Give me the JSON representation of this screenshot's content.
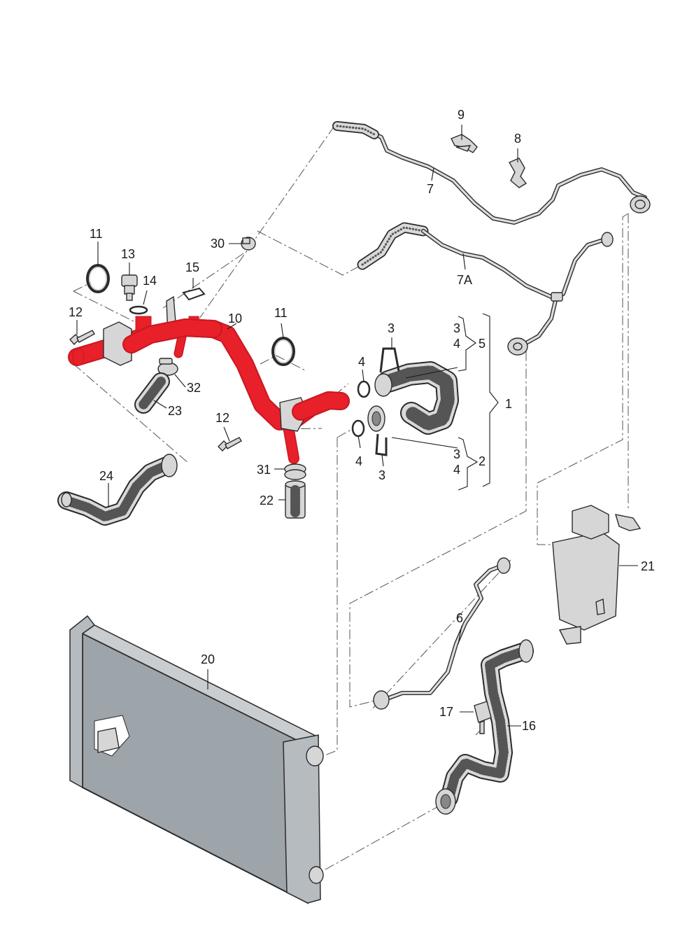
{
  "callouts": [
    {
      "id": "c9",
      "label": "9"
    },
    {
      "id": "c8",
      "label": "8"
    },
    {
      "id": "c7",
      "label": "7"
    },
    {
      "id": "c30",
      "label": "30"
    },
    {
      "id": "c7a",
      "label": "7A"
    },
    {
      "id": "c11a",
      "label": "11"
    },
    {
      "id": "c13",
      "label": "13"
    },
    {
      "id": "c14",
      "label": "14"
    },
    {
      "id": "c15",
      "label": "15"
    },
    {
      "id": "c12a",
      "label": "12"
    },
    {
      "id": "c10",
      "label": "10"
    },
    {
      "id": "c11b",
      "label": "11"
    },
    {
      "id": "c3a",
      "label": "3"
    },
    {
      "id": "c3b",
      "label": "3"
    },
    {
      "id": "c4a",
      "label": "4"
    },
    {
      "id": "c5",
      "label": "5"
    },
    {
      "id": "c4b",
      "label": "4"
    },
    {
      "id": "c1",
      "label": "1"
    },
    {
      "id": "c32",
      "label": "32"
    },
    {
      "id": "c23",
      "label": "23"
    },
    {
      "id": "c12b",
      "label": "12"
    },
    {
      "id": "c3c",
      "label": "3"
    },
    {
      "id": "c4c",
      "label": "4"
    },
    {
      "id": "c2",
      "label": "2"
    },
    {
      "id": "c4d",
      "label": "4"
    },
    {
      "id": "c3d",
      "label": "3"
    },
    {
      "id": "c4e",
      "label": "4"
    },
    {
      "id": "c31",
      "label": "31"
    },
    {
      "id": "c24",
      "label": "24"
    },
    {
      "id": "c22",
      "label": "22"
    },
    {
      "id": "c21",
      "label": "21"
    },
    {
      "id": "c6",
      "label": "6"
    },
    {
      "id": "c20",
      "label": "20"
    },
    {
      "id": "c17",
      "label": "17"
    },
    {
      "id": "c16",
      "label": "16"
    }
  ],
  "colors": {
    "highlight": "#e8202a",
    "line": "#1a1a1a",
    "part_fill": "#d6d6d6",
    "background": "#ffffff"
  }
}
